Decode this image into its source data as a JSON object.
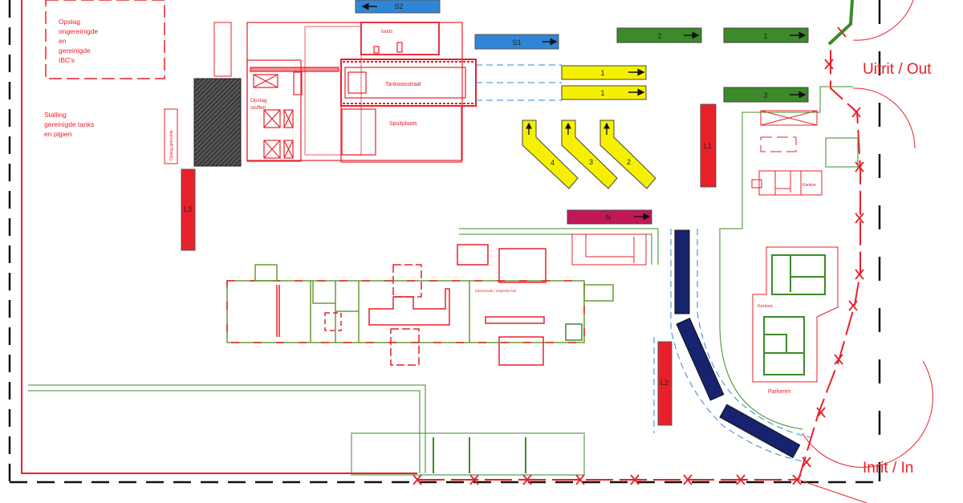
{
  "labels": {
    "ibc_storage": [
      "Opslag",
      "ongereinigde",
      "en",
      "gereinigde",
      "IBC's"
    ],
    "tank_storage": [
      "Stalling",
      "gereinigde tanks",
      "en pijpen"
    ],
    "used_storage": "Opslag gebruikte",
    "loods": "loods",
    "tankwasstraat": "Tankwasstraat",
    "spuitplaats": "Spuitplaats",
    "opslag_stoffen": [
      "Opslag",
      "stoffen"
    ],
    "inspection_hall": "Inkomende / inspectie hal",
    "kantine": "Kantine",
    "kantoor": "Kantoor",
    "parkeren": "Parkeren",
    "exit": "Uitrit / Out",
    "entrance": "Inrit / In"
  },
  "lanes": {
    "s2": "S2",
    "s1": "S1",
    "green_2": "2",
    "green_1": "1",
    "green_3": "3",
    "yellow_1a": "1",
    "yellow_1b": "1",
    "yellow_4": "4",
    "yellow_3": "3",
    "yellow_2": "2",
    "l1": "L1",
    "l2": "L2",
    "l3": "L3",
    "n": "N"
  },
  "colors": {
    "red": "#e8202a",
    "green": "#3c8a2a",
    "yellow": "#f5f000",
    "blue": "#2f86d6",
    "navy": "#17236e",
    "magenta": "#c4175a"
  }
}
